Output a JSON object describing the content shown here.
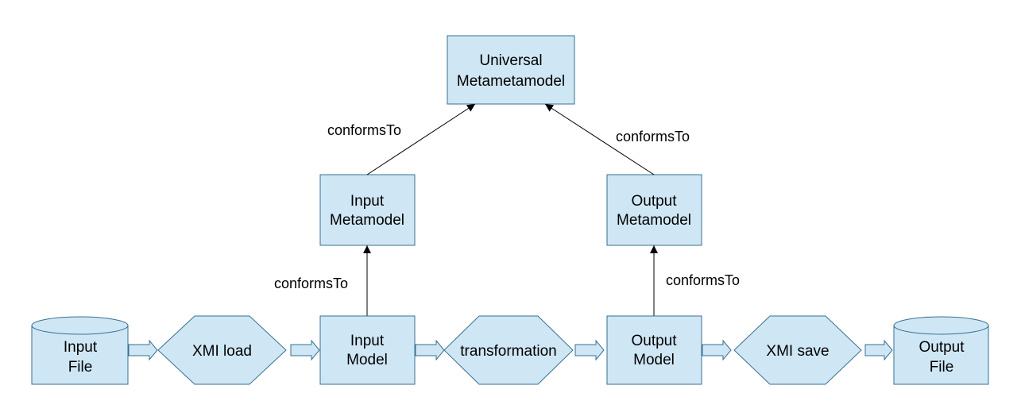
{
  "nodes": {
    "universal_metametamodel": {
      "line1": "Universal",
      "line2": "Metametamodel"
    },
    "input_metamodel": {
      "line1": "Input",
      "line2": "Metamodel"
    },
    "output_metamodel": {
      "line1": "Output",
      "line2": "Metamodel"
    },
    "input_file": {
      "line1": "Input",
      "line2": "File"
    },
    "xmi_load": {
      "label": "XMI load"
    },
    "input_model": {
      "line1": "Input",
      "line2": "Model"
    },
    "transformation": {
      "label": "transformation"
    },
    "output_model": {
      "line1": "Output",
      "line2": "Model"
    },
    "xmi_save": {
      "label": "XMI save"
    },
    "output_file": {
      "line1": "Output",
      "line2": "File"
    }
  },
  "edges": {
    "input_metamodel_conforms": "conformsTo",
    "output_metamodel_conforms": "conformsTo",
    "input_model_conforms": "conformsTo",
    "output_model_conforms": "conformsTo"
  },
  "colors": {
    "node_fill": "#cfe7f5",
    "node_stroke": "#3a6f8f",
    "text": "#000000"
  }
}
